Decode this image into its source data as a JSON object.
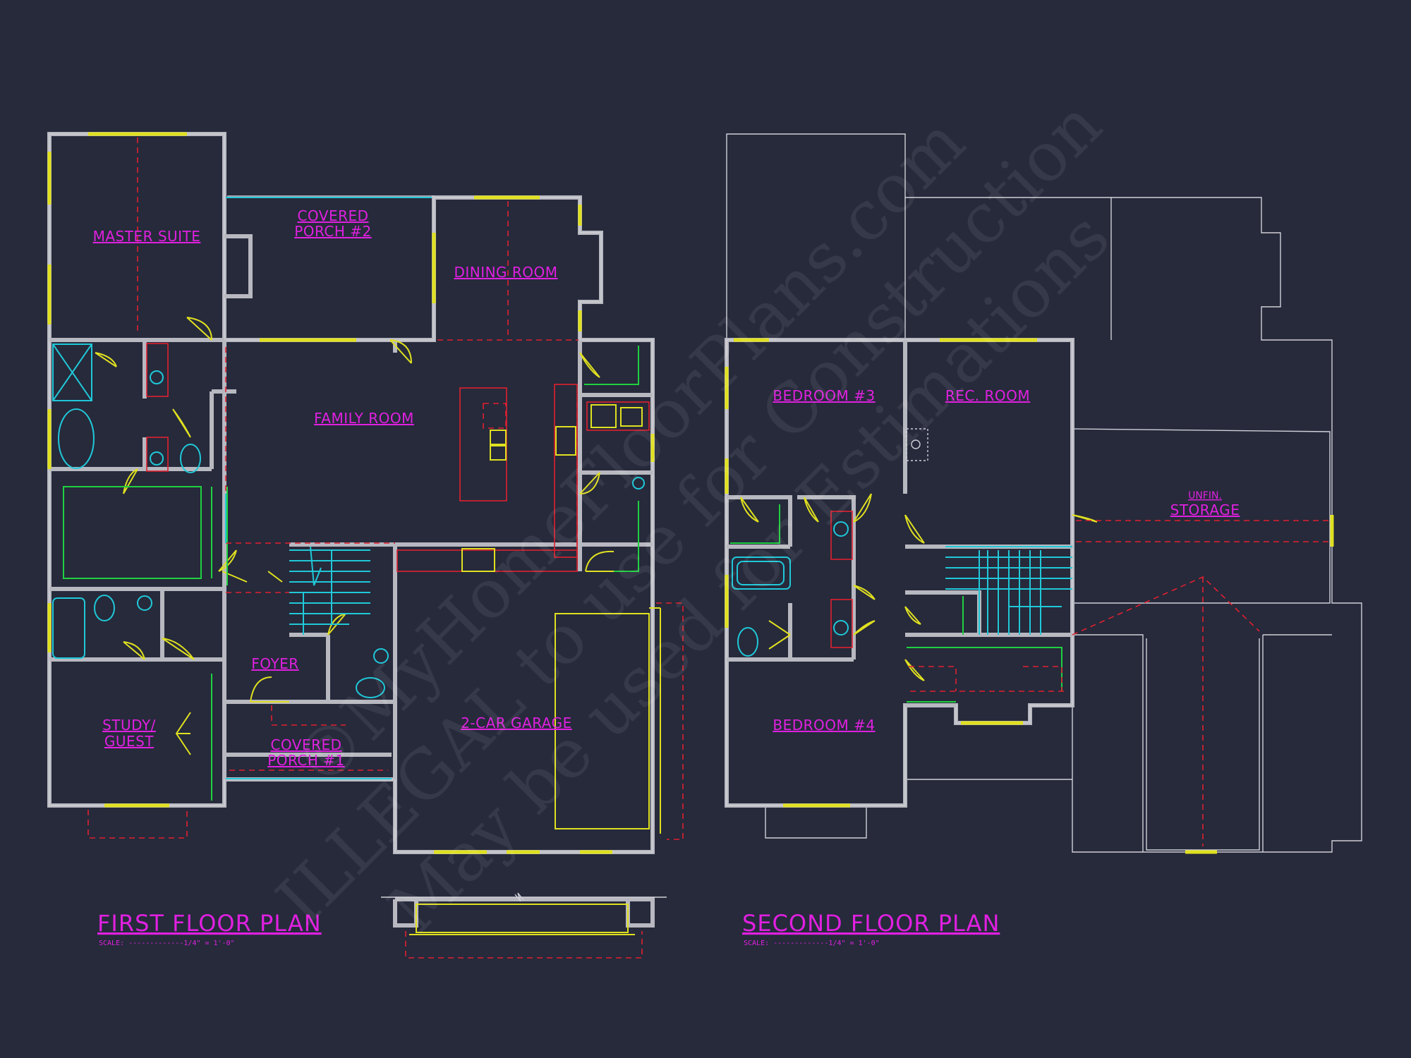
{
  "first_floor": {
    "title": "FIRST FLOOR PLAN",
    "scale": "SCALE: -------------1/4\" = 1'-0\"",
    "rooms": {
      "master_suite": "MASTER SUITE",
      "covered_porch_2_line1": "COVERED",
      "covered_porch_2_line2": "PORCH #2",
      "dining_room": "DINING ROOM",
      "family_room": "FAMILY ROOM",
      "foyer": "FOYER",
      "study_line1": "STUDY/",
      "study_line2": "GUEST",
      "covered_porch_1_line1": "COVERED",
      "covered_porch_1_line2": "PORCH #1",
      "garage": "2-CAR GARAGE"
    }
  },
  "second_floor": {
    "title": "SECOND FLOOR PLAN",
    "scale": "SCALE: -------------1/4\" = 1'-0\"",
    "rooms": {
      "bedroom_3": "BEDROOM #3",
      "rec_room": "REC. ROOM",
      "bedroom_4": "BEDROOM #4",
      "storage_line1": "UNFIN.",
      "storage_line2": "STORAGE"
    }
  },
  "watermark": {
    "line1": "©MyHomeFloorPlans.com",
    "line2": "ILLEGAL to use for Construction",
    "line3": "May be used for Estimations"
  },
  "colors": {
    "background": "#262a3b",
    "labels": "#e020e0",
    "walls": "#b8b8c0",
    "windows_doors": "#e0e020",
    "dashed_lines": "#e02030",
    "fixtures": "#20c8d8",
    "cabinets": "#20d040"
  }
}
